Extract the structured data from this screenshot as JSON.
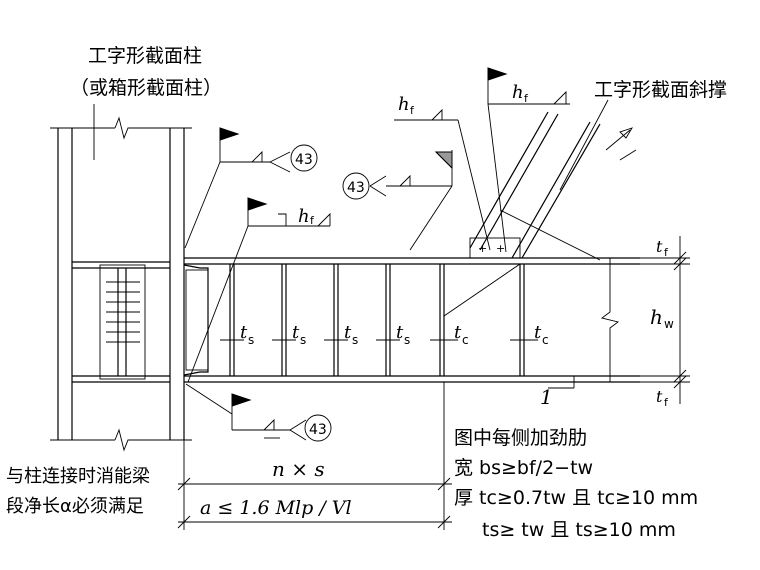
{
  "labels": {
    "column_line1": "工字形截面柱",
    "column_line2": "（或箱形截面柱）",
    "brace": "工字形截面斜撑",
    "note_title": "图中每侧加劲肋",
    "left_note_line1": "与柱连接时消能梁",
    "left_note_line2": "段净长α必须满足"
  },
  "symbols": {
    "hf": "h",
    "hf_sub": "f",
    "weld_ref": "43",
    "ts": "t",
    "ts_sub": "s",
    "tc": "t",
    "tc_sub": "c",
    "tf": "t",
    "tf_sub": "f",
    "hw": "h",
    "hw_sub": "w",
    "mark_1": "1"
  },
  "dimensions": {
    "nxs": "n × s",
    "a_rule": "a ≤ 1.6 Mlp / Vl"
  },
  "rules": {
    "rule1": "宽 bs≥bf/2−tw",
    "rule2": "厚 tc≥0.7tw 且 tc≥10 mm",
    "rule3": "ts≥ tw 且 ts≥10 mm"
  }
}
